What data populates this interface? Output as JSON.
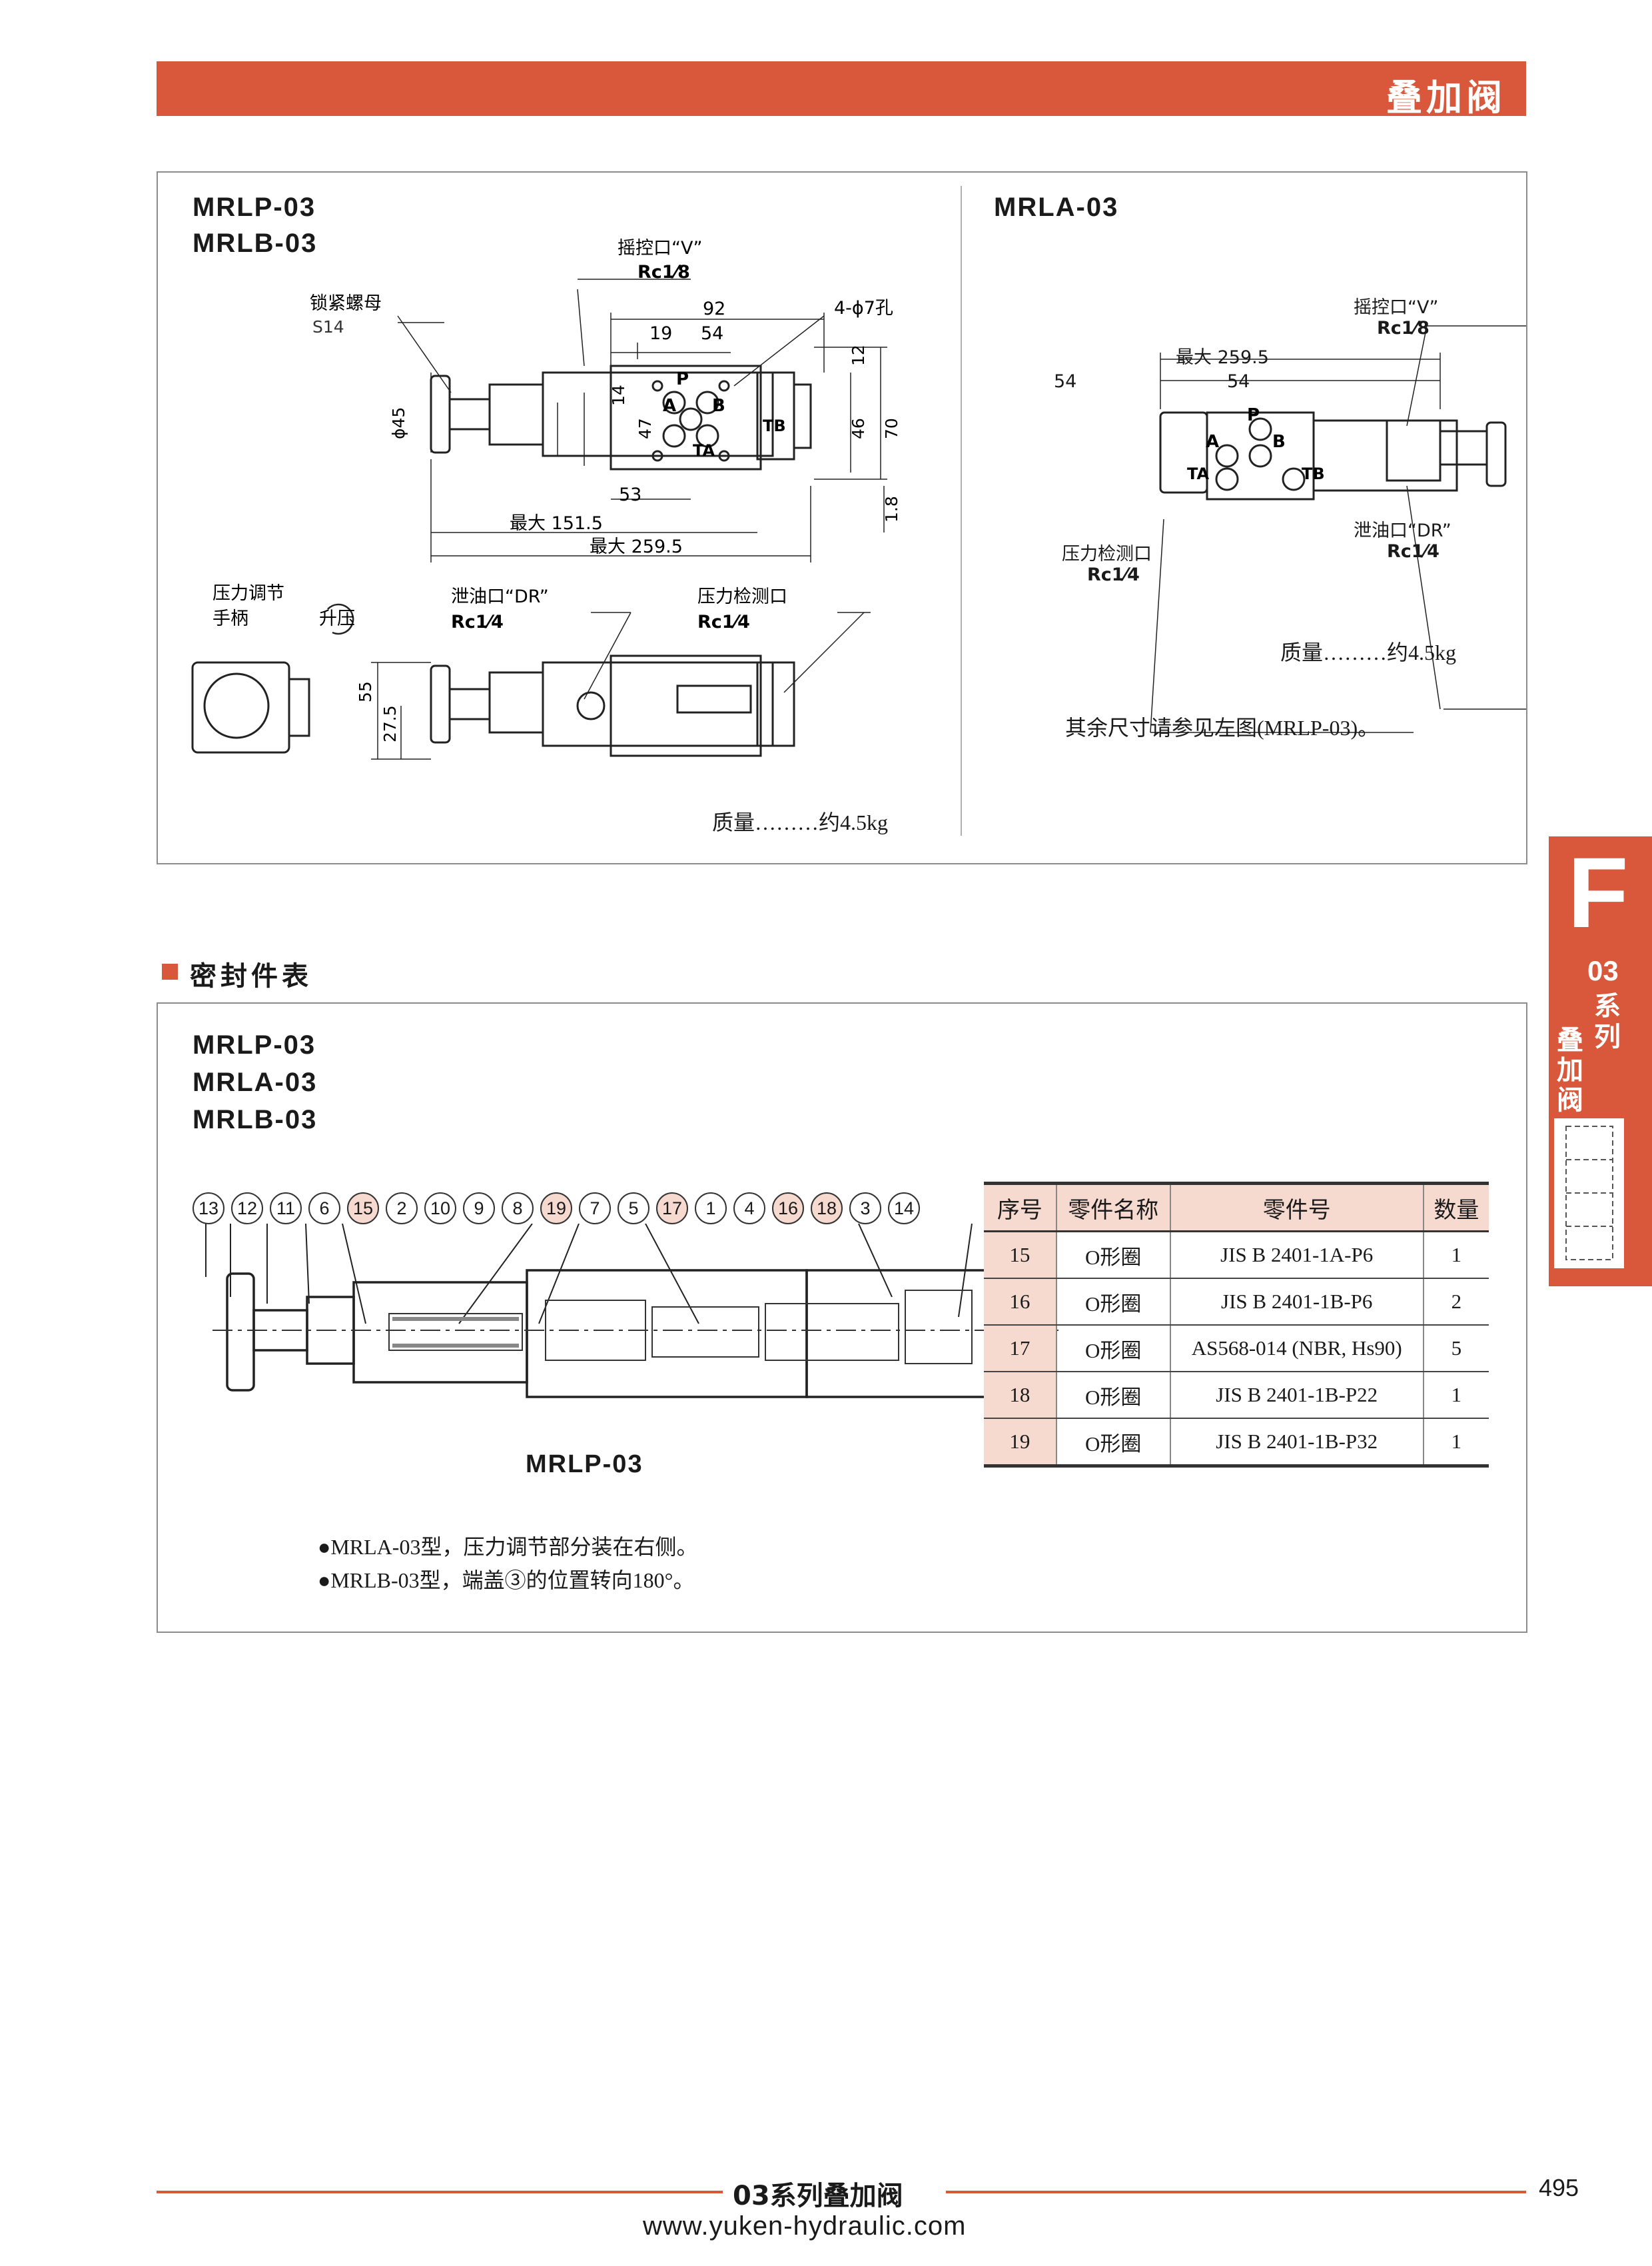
{
  "header": {
    "title": "叠加阀"
  },
  "top_panel": {
    "left": {
      "models": [
        "MRLP-03",
        "MRLB-03"
      ],
      "labels": {
        "pilot_port": "摇控口“V”",
        "pilot_port_size": "Rc1⁄8",
        "lock_nut": "锁紧螺母",
        "lock_nut_size": "S14",
        "holes": "4-ϕ7孔",
        "dim_92": "92",
        "dim_19": "19",
        "dim_54": "54",
        "dim_12": "12",
        "dim_14": "14",
        "dim_47": "47",
        "dim_46": "46",
        "dim_70": "70",
        "dim_phi45": "ϕ45",
        "dim_53": "53",
        "dim_1_8": "1.8",
        "max_151_5": "最大 151.5",
        "max_259_5": "最大 259.5",
        "port_p": "P",
        "port_a": "A",
        "port_b": "B",
        "port_ta": "TA",
        "port_tb": "TB",
        "handle": "压力调节\n手柄",
        "raise": "升压",
        "drain": "泄油口“DR”",
        "drain_size": "Rc1⁄4",
        "gauge": "压力检测口",
        "gauge_size": "Rc1⁄4",
        "dim_55": "55",
        "dim_27_5": "27.5"
      },
      "mass": "质量………约4.5kg"
    },
    "right": {
      "model": "MRLA-03",
      "labels": {
        "pilot_port": "摇控口“V”",
        "pilot_port_size": "Rc1⁄8",
        "max_259_5": "最大 259.5",
        "dim_54a": "54",
        "dim_54b": "54",
        "gauge": "压力检测口",
        "gauge_size": "Rc1⁄4",
        "drain": "泄油口“DR”",
        "drain_size": "Rc1⁄4",
        "port_p": "P",
        "port_a": "A",
        "port_b": "B",
        "port_ta": "TA",
        "port_tb": "TB"
      },
      "mass": "质量………约4.5kg",
      "note": "其余尺寸请参见左图(MRLP-03)。"
    }
  },
  "seal_section": {
    "title": "密封件表",
    "models": [
      "MRLP-03",
      "MRLA-03",
      "MRLB-03"
    ],
    "balloons": [
      {
        "n": "13",
        "hl": false
      },
      {
        "n": "12",
        "hl": false
      },
      {
        "n": "11",
        "hl": false
      },
      {
        "n": "6",
        "hl": false
      },
      {
        "n": "15",
        "hl": true
      },
      {
        "n": "2",
        "hl": false
      },
      {
        "n": "10",
        "hl": false
      },
      {
        "n": "9",
        "hl": false
      },
      {
        "n": "8",
        "hl": false
      },
      {
        "n": "19",
        "hl": true
      },
      {
        "n": "7",
        "hl": false
      },
      {
        "n": "5",
        "hl": false
      },
      {
        "n": "17",
        "hl": true
      },
      {
        "n": "1",
        "hl": false
      },
      {
        "n": "4",
        "hl": false
      },
      {
        "n": "16",
        "hl": true
      },
      {
        "n": "18",
        "hl": true
      },
      {
        "n": "3",
        "hl": false
      },
      {
        "n": "14",
        "hl": false
      }
    ],
    "drawing_caption": "MRLP-03",
    "table": {
      "headers": [
        "序号",
        "零件名称",
        "零件号",
        "数量"
      ],
      "rows": [
        [
          "15",
          "O形圈",
          "JIS B 2401-1A-P6",
          "1"
        ],
        [
          "16",
          "O形圈",
          "JIS B 2401-1B-P6",
          "2"
        ],
        [
          "17",
          "O形圈",
          "AS568-014 (NBR, Hs90)",
          "5"
        ],
        [
          "18",
          "O形圈",
          "JIS B 2401-1B-P22",
          "1"
        ],
        [
          "19",
          "O形圈",
          "JIS B 2401-1B-P32",
          "1"
        ]
      ]
    },
    "notes": [
      "●MRLA-03型，压力调节部分装在右侧。",
      "●MRLB-03型，端盖③的位置转向180°。"
    ]
  },
  "side_tab": {
    "letter": "F",
    "line1": "03",
    "line2": "系",
    "line3": "列",
    "line4": "叠",
    "line5": "加",
    "line6": "阀"
  },
  "footer": {
    "title": "03系列叠加阀",
    "page": "495",
    "url": "www.yuken-hydraulic.com"
  }
}
